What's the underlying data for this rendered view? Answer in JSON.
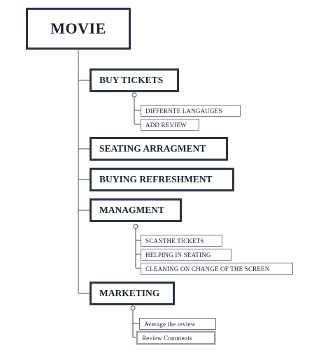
{
  "colors": {
    "box_border": "#2a3448",
    "line": "#4a4a4a",
    "leaf_border": "#6b7280",
    "selected_border": "#9aa0a6"
  },
  "root": {
    "label": "MOVIE"
  },
  "branches": [
    {
      "label": "BUY TICKETS",
      "children": [
        "DIFFERNTE LANGAUGES",
        "ADD REVIEW"
      ]
    },
    {
      "label": "SEATING ARRAGMENT",
      "children": []
    },
    {
      "label": "BUYING REFRESHMENT",
      "children": []
    },
    {
      "label": "MANAGMENT",
      "children": [
        "SCANTHE TICKETS",
        "HELPING IN SEATING",
        "CLEANING ON CHANGE OF THE SCREEN"
      ]
    },
    {
      "label": "MARKETING",
      "children": [
        "Average the review",
        "Review Comments"
      ]
    }
  ]
}
